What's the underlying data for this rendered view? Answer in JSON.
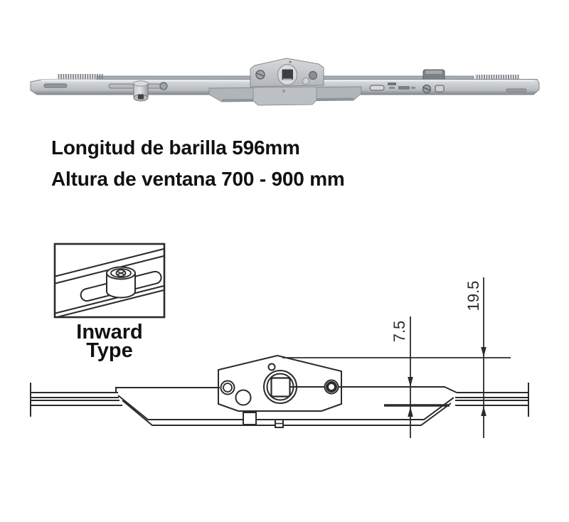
{
  "header": {
    "line1": "Longitud de barilla 596mm",
    "line2": "Altura de ventana 700 - 900 mm"
  },
  "inset": {
    "label_line1": "Inward",
    "label_line2": "Type"
  },
  "drawing": {
    "dim_small": "7.5",
    "dim_large": "19.5"
  },
  "colors": {
    "text": "#111111",
    "line_art": "#2b2b2b",
    "metal_light": "#e3e6e8",
    "metal_mid": "#c2c6c9",
    "metal_dark": "#83888d"
  }
}
